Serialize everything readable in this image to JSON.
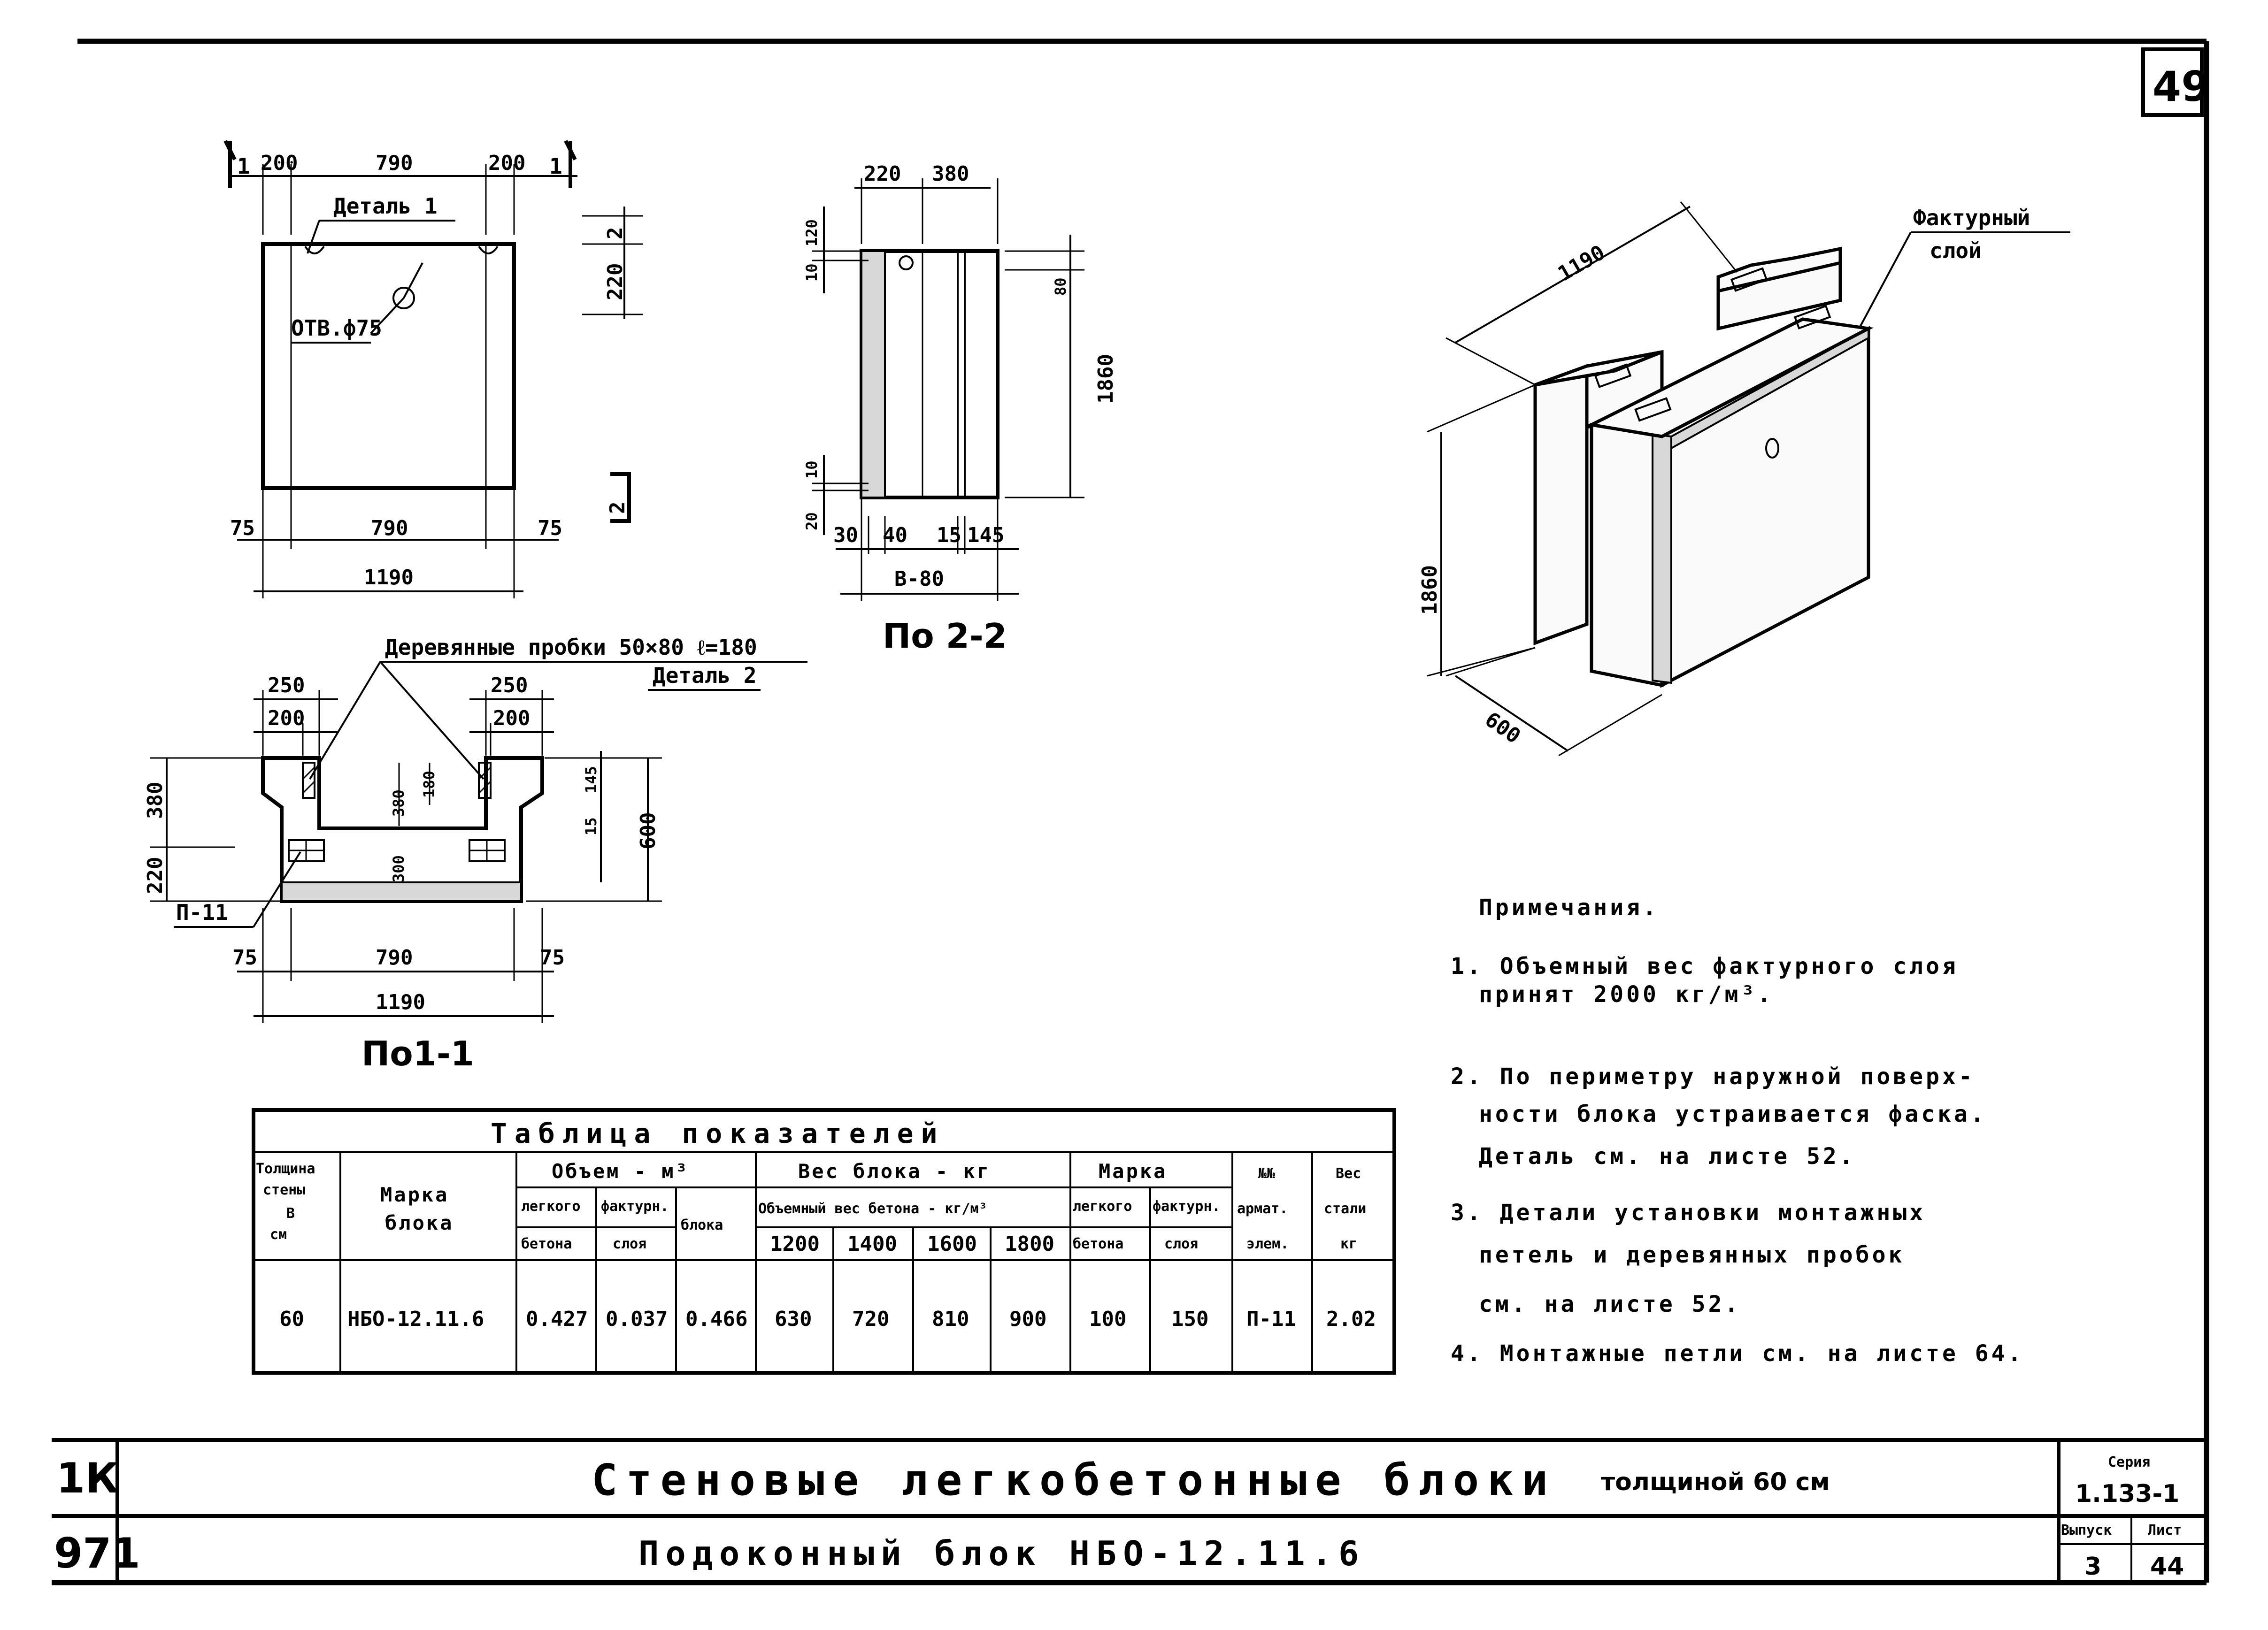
{
  "sheet": {
    "page_number": "49"
  },
  "plan_view": {
    "section_mark_1": "1",
    "dims_top": [
      "200",
      "790",
      "200"
    ],
    "detail_label": "Деталь 1",
    "hole_label": "ОТВ.ф75",
    "dim_right_2": "2",
    "dim_right_220": "220",
    "dim_right_low_2": "2",
    "dims_bottom": [
      "75",
      "790",
      "75"
    ],
    "dim_total": "1190"
  },
  "section_2_2": {
    "dims_top": [
      "220",
      "380"
    ],
    "dims_left_top": [
      "10",
      "120"
    ],
    "dim_80": "80",
    "dim_height": "1860",
    "dims_left_bottom": [
      "20",
      "10"
    ],
    "dims_bottom": [
      "30",
      "40",
      "15",
      "145"
    ],
    "dim_width": "В-80",
    "caption": "По 2-2"
  },
  "section_1_1": {
    "plugs_label": "Деревянные пробки 50×80 ℓ=180",
    "detail_2_label": "Деталь 2",
    "dims_top_outer": [
      "250",
      "250"
    ],
    "dims_top_inner": [
      "200",
      "200"
    ],
    "dims_left": [
      "380",
      "220"
    ],
    "dims_inner": [
      "380",
      "180",
      "300"
    ],
    "dims_right_small": [
      "15",
      "145"
    ],
    "dim_right_600": "600",
    "p11_label": "П-11",
    "dims_bottom": [
      "75",
      "790",
      "75"
    ],
    "dim_total": "1190",
    "caption": "По1-1"
  },
  "iso_view": {
    "dim_length": "1190",
    "dim_height": "1860",
    "dim_depth": "600",
    "layer_label_1": "Фактурный",
    "layer_label_2": "слой"
  },
  "notes": {
    "title": "Примечания.",
    "lines": [
      "1. Объемный вес фактурного слоя",
      "принят 2000 кг/м³.",
      "2. По периметру наружной поверх-",
      "ности блока устраивается фаска.",
      "Деталь см. на листе 52.",
      "3. Детали установки монтажных",
      "петель и деревянных пробок",
      "см. на листе 52.",
      "4. Монтажные петли см. на листе 64."
    ]
  },
  "table": {
    "title": "Таблица показателей",
    "headers": {
      "wall_thickness": [
        "Толщина",
        "стены",
        "В",
        "см"
      ],
      "mark": [
        "Марка",
        "блока"
      ],
      "volume": "Объем - м³",
      "volume_sub": [
        [
          "легкого",
          "бетона"
        ],
        [
          "фактурн.",
          "слоя"
        ],
        [
          "блока"
        ]
      ],
      "weight": "Вес блока - кг",
      "weight_sub": "Объемный вес бетона - кг/м³",
      "densities": [
        "1200",
        "1400",
        "1600",
        "1800"
      ],
      "grade": "Марка",
      "grade_sub": [
        [
          "легкого",
          "бетона"
        ],
        [
          "фактурн.",
          "слоя"
        ]
      ],
      "rebar": [
        "№№",
        "армат.",
        "элем."
      ],
      "steel": [
        "Вес",
        "стали",
        "кг"
      ]
    },
    "row": [
      "60",
      "НБО-12.11.6",
      "0.427",
      "0.037",
      "0.466",
      "630",
      "720",
      "810",
      "900",
      "100",
      "150",
      "П-11",
      "2.02"
    ]
  },
  "title_block": {
    "left_code_1": "1К",
    "left_code_2": "971",
    "title_main": "Стеновые легкобетонные блоки",
    "title_suffix": "толщиной 60 см",
    "subtitle": "Подоконный блок НБО-12.11.6",
    "series_label": "Серия",
    "series_value": "1.133-1",
    "issue_label": "Выпуск",
    "issue_value": "3",
    "sheet_label": "Лист",
    "sheet_value": "44"
  }
}
